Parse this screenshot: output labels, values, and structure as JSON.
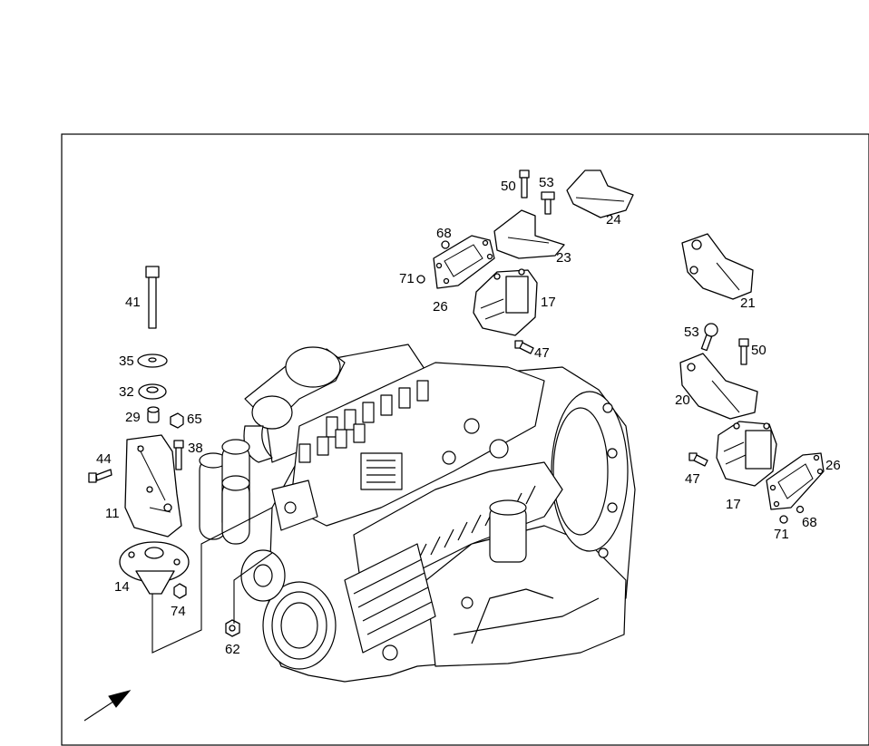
{
  "labels": {
    "l41": "41",
    "l35": "35",
    "l32": "32",
    "l29": "29",
    "l65": "65",
    "l38": "38",
    "l44": "44",
    "l11": "11",
    "l14": "14",
    "l74": "74",
    "l62": "62",
    "l50a": "50",
    "l53a": "53",
    "l24": "24",
    "l68a": "68",
    "l23": "23",
    "l71a": "71",
    "l26a": "26",
    "l17a": "17",
    "l47a": "47",
    "l21": "21",
    "l53b": "53",
    "l50b": "50",
    "l20": "20",
    "l47b": "47",
    "l26b": "26",
    "l17b": "17",
    "l71b": "71",
    "l68b": "68"
  }
}
